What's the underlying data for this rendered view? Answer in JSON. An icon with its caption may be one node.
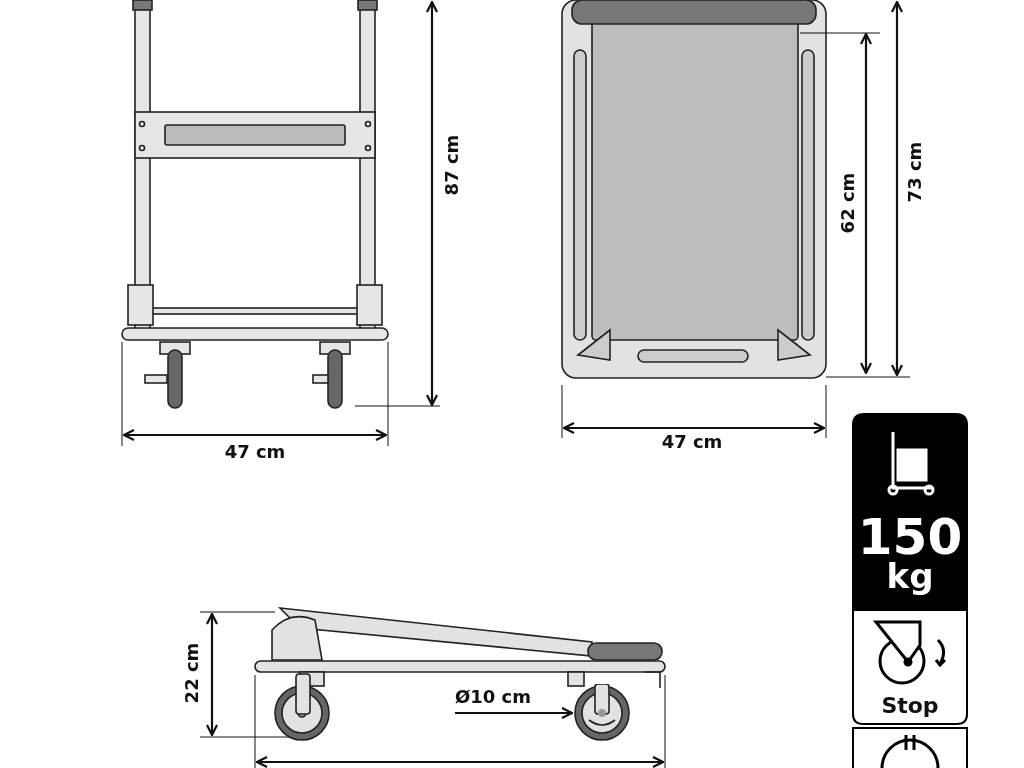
{
  "diagram": {
    "nodes": [
      {
        "text": [
          "Ø10 cm"
        ]
      },
      {
        "text": [],
        "shape": "picture"
      }
    ],
    "edges": [
      {
        "from": 0,
        "to": 1,
        "arrow": "to"
      }
    ],
    "labels": [
      "87 cm",
      "62 cm",
      "73 cm",
      "47 cm",
      "47 cm",
      "150",
      "kg",
      "Stop",
      "22 cm"
    ]
  }
}
